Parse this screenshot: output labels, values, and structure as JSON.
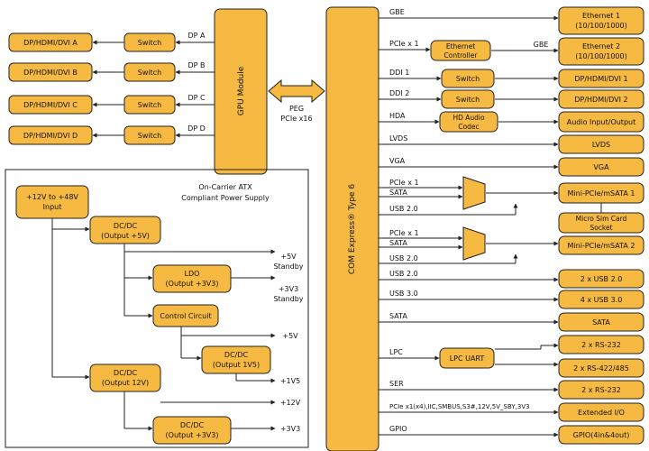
{
  "gpu_module": "GPU Module",
  "com_express": "COM Express® Type 6",
  "peg": {
    "line1": "PEG",
    "line2": "PCIe x16"
  },
  "dp_outputs": [
    {
      "port": "DP A",
      "switch": "Switch",
      "out": "DP/HDMI/DVI A"
    },
    {
      "port": "DP B",
      "switch": "Switch",
      "out": "DP/HDMI/DVI B"
    },
    {
      "port": "DP C",
      "switch": "Switch",
      "out": "DP/HDMI/DVI C"
    },
    {
      "port": "DP D",
      "switch": "Switch",
      "out": "DP/HDMI/DVI D"
    }
  ],
  "power": {
    "title_line1": "On-Carrier ATX",
    "title_line2": "Compliant Power Supply",
    "input": {
      "line1": "+12V to +48V",
      "line2": "Input"
    },
    "dcdc_5v": {
      "line1": "DC/DC",
      "line2": "(Output +5V)"
    },
    "ldo": {
      "line1": "LDO",
      "line2": "(Output +3V3)"
    },
    "control": "Control Circuit",
    "dcdc_1v5": {
      "line1": "DC/DC",
      "line2": "(Output 1V5)"
    },
    "dcdc_12v": {
      "line1": "DC/DC",
      "line2": "(Output 12V)"
    },
    "dcdc_3v3": {
      "line1": "DC/DC",
      "line2": "(Output +3V3)"
    },
    "rails": {
      "standby5_line1": "+5V",
      "standby5_line2": "Standby",
      "standby33_line1": "+3V3",
      "standby33_line2": "Standby",
      "v5": "+5V",
      "v1v5": "+1V5",
      "v12": "+12V",
      "v3v3": "+3V3"
    }
  },
  "right": {
    "gbe": "GBE",
    "eth1": {
      "line1": "Ethernet 1",
      "line2": "(10/100/1000)"
    },
    "pcie_x1_eth": "PCIe x 1",
    "eth_ctrl": {
      "line1": "Ethernet",
      "line2": "Controller"
    },
    "gbe2": "GBE",
    "eth2": {
      "line1": "Ethernet 2",
      "line2": "(10/100/1000)"
    },
    "ddi1": "DDI 1",
    "switch1": "Switch",
    "dp1": "DP/HDMI/DVI 1",
    "ddi2": "DDI 2",
    "switch2": "Switch",
    "dp2": "DP/HDMI/DVI 2",
    "hda": "HDA",
    "hd_codec": {
      "line1": "HD Audio",
      "line2": "Codec"
    },
    "audio": "Audio Input/Output",
    "lvds_sig": "LVDS",
    "lvds": "LVDS",
    "vga_sig": "VGA",
    "vga": "VGA",
    "pcie_x1_a": "PCIe x 1",
    "sata_a": "SATA",
    "usb20_a": "USB 2.0",
    "mini_pcie1": "Mini-PCIe/mSATA 1",
    "sim": {
      "line1": "Micro Sim Card",
      "line2": "Socket"
    },
    "pcie_x1_b": "PCIe x 1",
    "sata_b": "SATA",
    "usb20_b": "USB 2.0",
    "mini_pcie2": "Mini-PCIe/mSATA 2",
    "usb20_c": "USB 2.0",
    "usb2x": "2 x USB 2.0",
    "usb30": "USB 3.0",
    "usb3x": "4 x USB 3.0",
    "sata_sig": "SATA",
    "sata": "SATA",
    "lpc": "LPC",
    "lpc_uart": "LPC UART",
    "rs232a": "2 x RS-232",
    "rs422": "2 x RS-422/485",
    "ser": "SER",
    "rs232b": "2 x RS-232",
    "ext_sig": "PCIe x1(x4),IIC,SMBUS,S3#,12V,5V_SBY,3V3",
    "ext": "Extended I/O",
    "gpio_sig": "GPIO",
    "gpio": "GPIO(4in&4out)"
  }
}
